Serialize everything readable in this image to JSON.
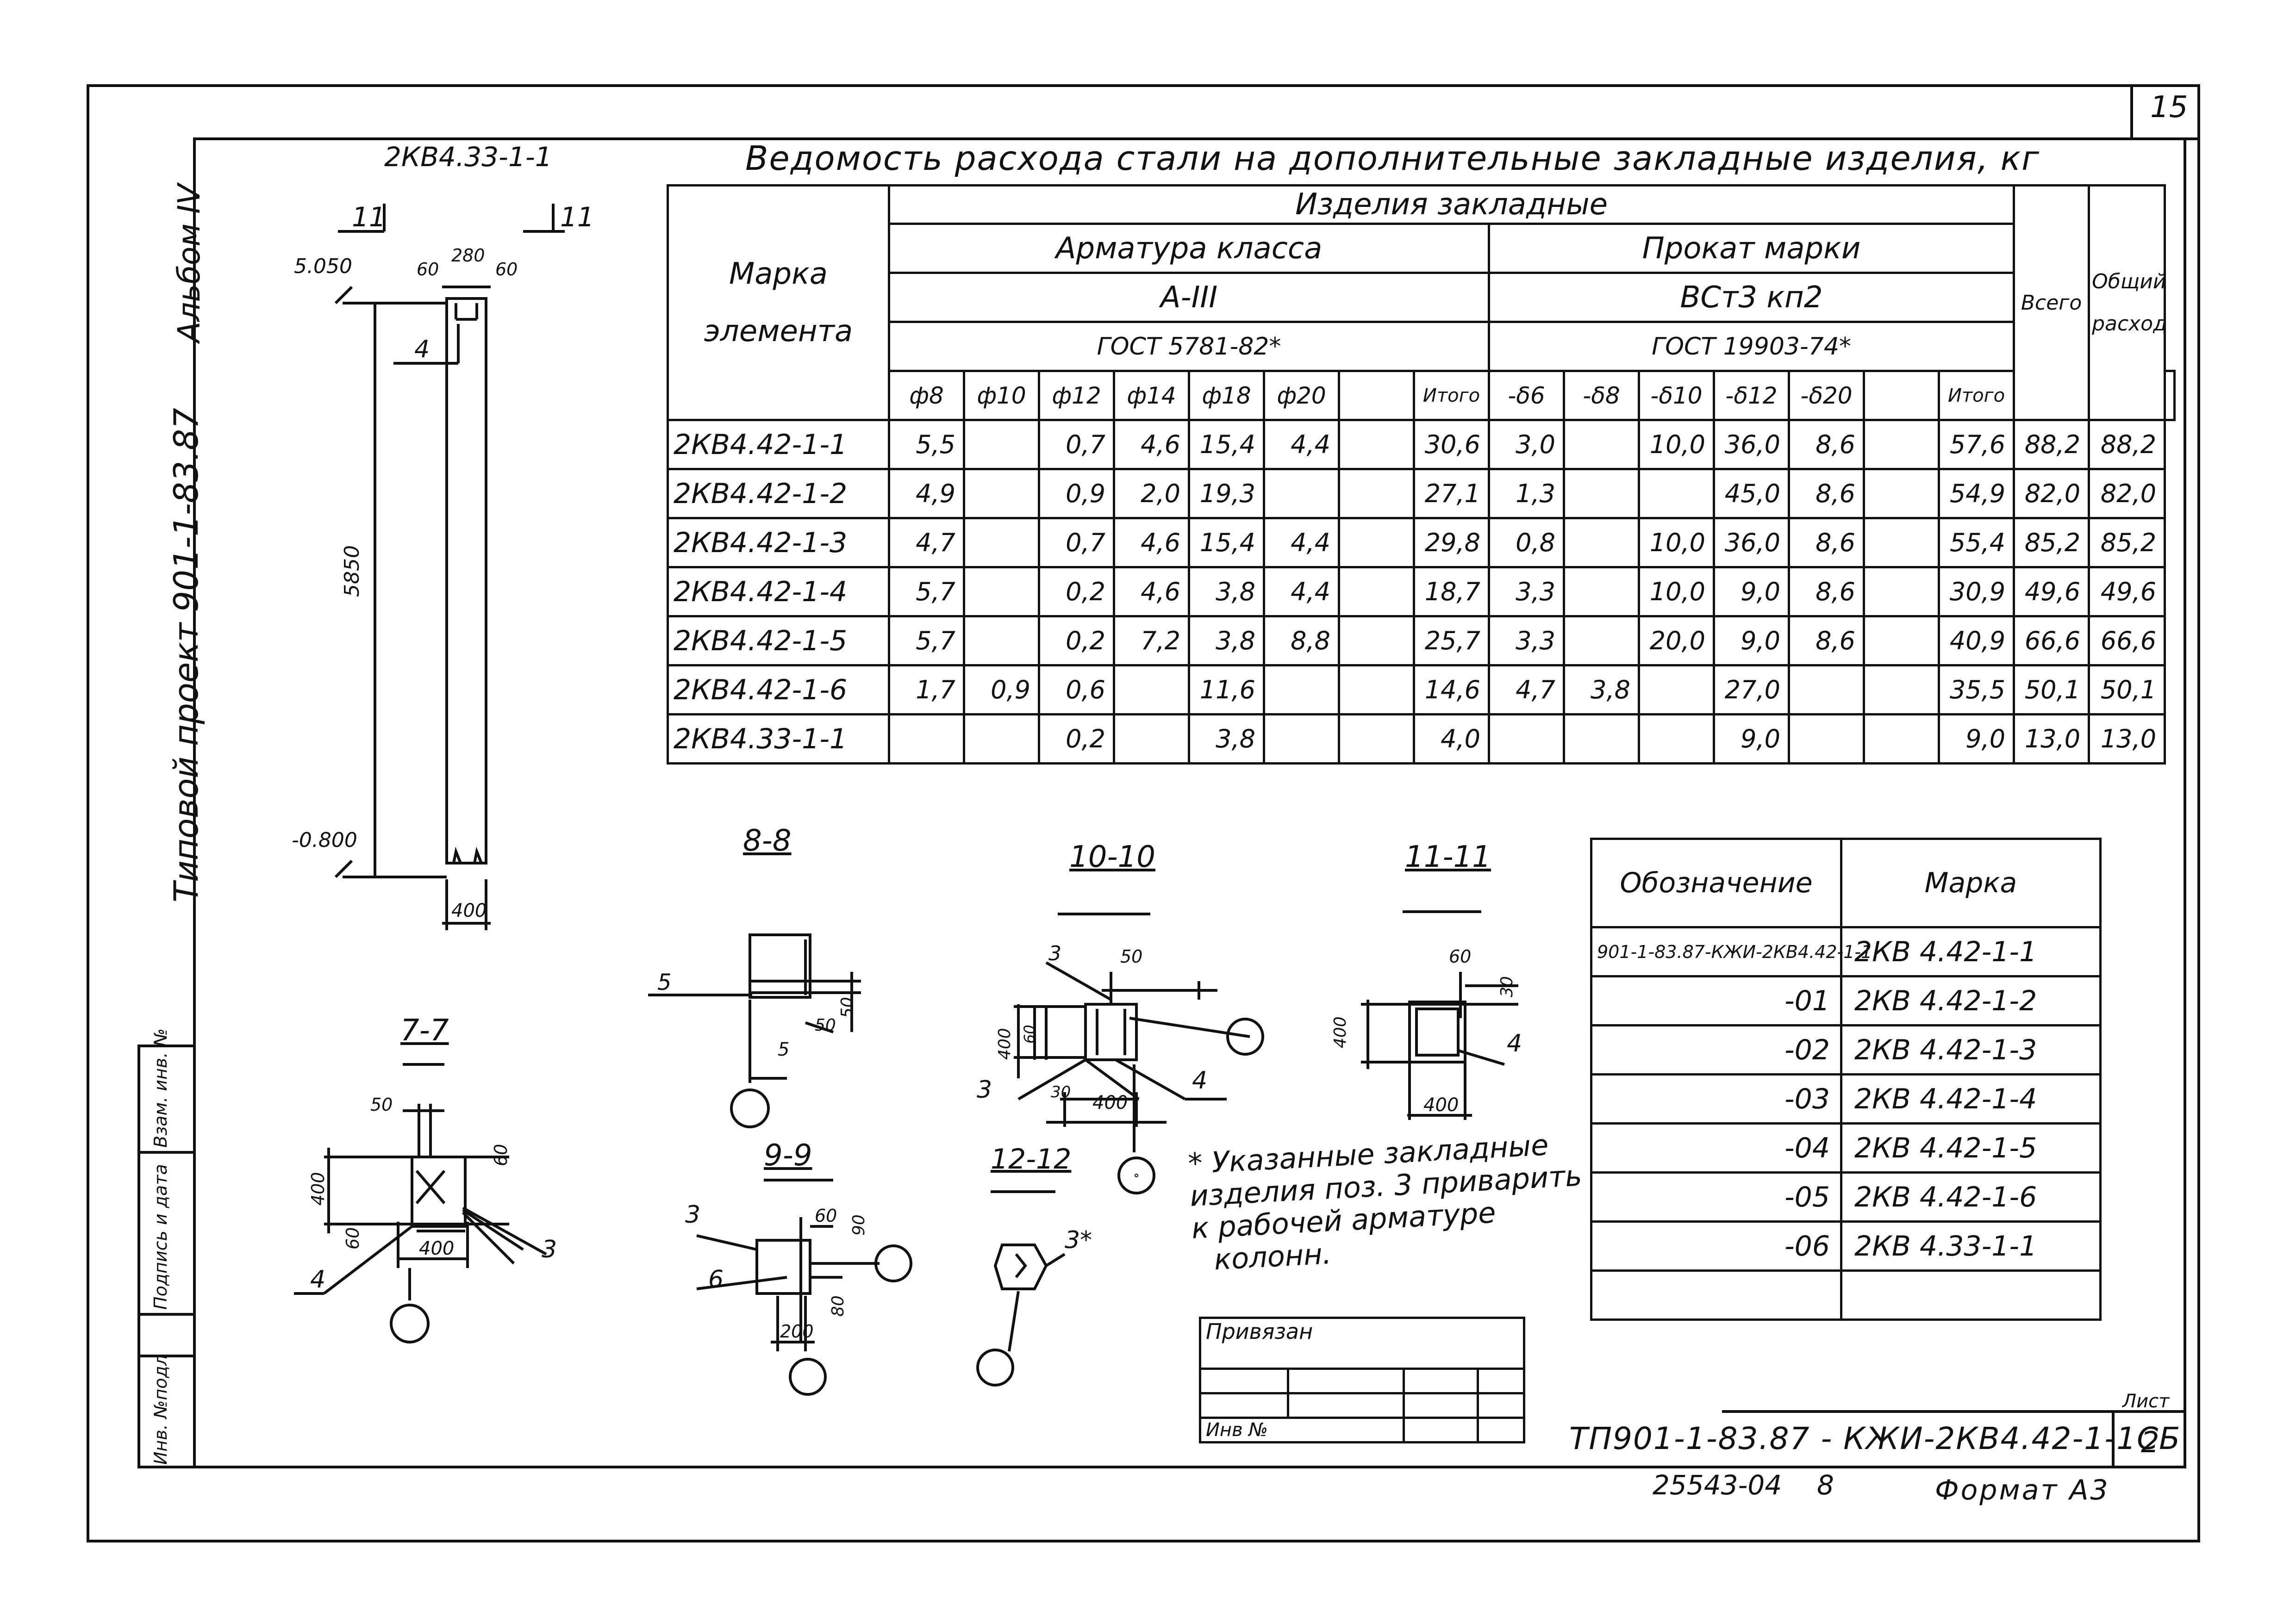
{
  "sheet": {
    "page_number": "15",
    "album": "Альбом IV",
    "project": "Типовой проект 901-1-83.87",
    "title": "Ведомость расхода стали на дополнительные закладные изделия, кг",
    "doc_code": "ТП901-1-83.87 - КЖИ-2КВ4.42-1-1СБ",
    "sheet_label": "Лист",
    "sheet_number": "2",
    "archive_no": "25543-04",
    "archive_suffix": "8",
    "format": "Формат А3",
    "note": [
      "* Указанные закладные",
      "изделия поз. 3 приварить",
      "к рабочей арматуре",
      "колонн."
    ],
    "stamp_cells": [
      "Инв. №подл",
      "Подпись и дата",
      "Взам. инв. №"
    ],
    "binding_label": "Привязан",
    "inv_label": "Инв №"
  },
  "elevation": {
    "title": "2КВ4.33-1-1",
    "cut_label_left": "11",
    "cut_label_right": "11",
    "top_level": "5.050",
    "bottom_level": "-0.800",
    "height_dim": "5850",
    "top_dims": [
      "60",
      "280",
      "60"
    ],
    "width_dim": "400",
    "pos_label": "4"
  },
  "sections": [
    {
      "title": "7-7",
      "dims": [
        "50",
        "400",
        "60",
        "60",
        "400"
      ],
      "pos": [
        "4",
        "3"
      ]
    },
    {
      "title": "8-8",
      "dims": [
        "50",
        "50",
        "5"
      ],
      "pos": [
        "5",
        "5"
      ]
    },
    {
      "title": "9-9",
      "dims": [
        "60",
        "90",
        "80",
        "200"
      ],
      "pos": [
        "3",
        "6"
      ]
    },
    {
      "title": "10-10",
      "dims": [
        "50",
        "400",
        "60",
        "30",
        "400"
      ],
      "pos": [
        "3",
        "3",
        "4"
      ]
    },
    {
      "title": "11-11",
      "dims": [
        "60",
        "30",
        "400",
        "400"
      ],
      "pos": [
        "4"
      ]
    },
    {
      "title": "12-12",
      "dims": [],
      "pos": [
        "3*"
      ]
    }
  ],
  "steel_table": {
    "head": {
      "mark": [
        "Марка",
        "элемента"
      ],
      "items": "Изделия закладные",
      "rebar": "Арматура класса",
      "rebar_class": "A-III",
      "rebar_gost": "ГОСТ 5781-82*",
      "rolled": "Прокат марки",
      "rolled_grade": "ВСт3 кп2",
      "rolled_gost": "ГОСТ 19903-74*",
      "total": "Всего",
      "grand_total": [
        "Общий",
        "расход"
      ]
    },
    "columns": [
      "ф8",
      "ф10",
      "ф12",
      "ф14",
      "ф18",
      "ф20",
      "",
      "Итого",
      "-δ6",
      "-δ8",
      "-δ10",
      "-δ12",
      "-δ20",
      "",
      "Итого"
    ],
    "rows": [
      {
        "mark": "2КВ4.42-1-1",
        "cells": [
          "5,5",
          "",
          "0,7",
          "4,6",
          "15,4",
          "4,4",
          "",
          "30,6",
          "3,0",
          "",
          "10,0",
          "36,0",
          "8,6",
          "",
          "57,6",
          "88,2",
          "88,2"
        ]
      },
      {
        "mark": "2КВ4.42-1-2",
        "cells": [
          "4,9",
          "",
          "0,9",
          "2,0",
          "19,3",
          "",
          "",
          "27,1",
          "1,3",
          "",
          "",
          "45,0",
          "8,6",
          "",
          "54,9",
          "82,0",
          "82,0"
        ]
      },
      {
        "mark": "2КВ4.42-1-3",
        "cells": [
          "4,7",
          "",
          "0,7",
          "4,6",
          "15,4",
          "4,4",
          "",
          "29,8",
          "0,8",
          "",
          "10,0",
          "36,0",
          "8,6",
          "",
          "55,4",
          "85,2",
          "85,2"
        ]
      },
      {
        "mark": "2КВ4.42-1-4",
        "cells": [
          "5,7",
          "",
          "0,2",
          "4,6",
          "3,8",
          "4,4",
          "",
          "18,7",
          "3,3",
          "",
          "10,0",
          "9,0",
          "8,6",
          "",
          "30,9",
          "49,6",
          "49,6"
        ]
      },
      {
        "mark": "2КВ4.42-1-5",
        "cells": [
          "5,7",
          "",
          "0,2",
          "7,2",
          "3,8",
          "8,8",
          "",
          "25,7",
          "3,3",
          "",
          "20,0",
          "9,0",
          "8,6",
          "",
          "40,9",
          "66,6",
          "66,6"
        ]
      },
      {
        "mark": "2КВ4.42-1-6",
        "cells": [
          "1,7",
          "0,9",
          "0,6",
          "",
          "11,6",
          "",
          "",
          "14,6",
          "4,7",
          "3,8",
          "",
          "27,0",
          "",
          "",
          "35,5",
          "50,1",
          "50,1"
        ]
      },
      {
        "mark": "2КВ4.33-1-1",
        "cells": [
          "",
          "",
          "0,2",
          "",
          "3,8",
          "",
          "",
          "4,0",
          "",
          "",
          "",
          "9,0",
          "",
          "",
          "9,0",
          "13,0",
          "13,0"
        ]
      }
    ]
  },
  "marks_table": {
    "head": [
      "Обозначение",
      "Марка"
    ],
    "rows": [
      {
        "code": "901-1-83.87-КЖИ-2КВ4.42-1-1",
        "mark": "2КВ 4.42-1-1"
      },
      {
        "code": "-01",
        "mark": "2КВ 4.42-1-2"
      },
      {
        "code": "-02",
        "mark": "2КВ 4.42-1-3"
      },
      {
        "code": "-03",
        "mark": "2КВ 4.42-1-4"
      },
      {
        "code": "-04",
        "mark": "2КВ 4.42-1-5"
      },
      {
        "code": "-05",
        "mark": "2КВ 4.42-1-6"
      },
      {
        "code": "-06",
        "mark": "2КВ 4.33-1-1"
      },
      {
        "code": "",
        "mark": ""
      }
    ]
  }
}
